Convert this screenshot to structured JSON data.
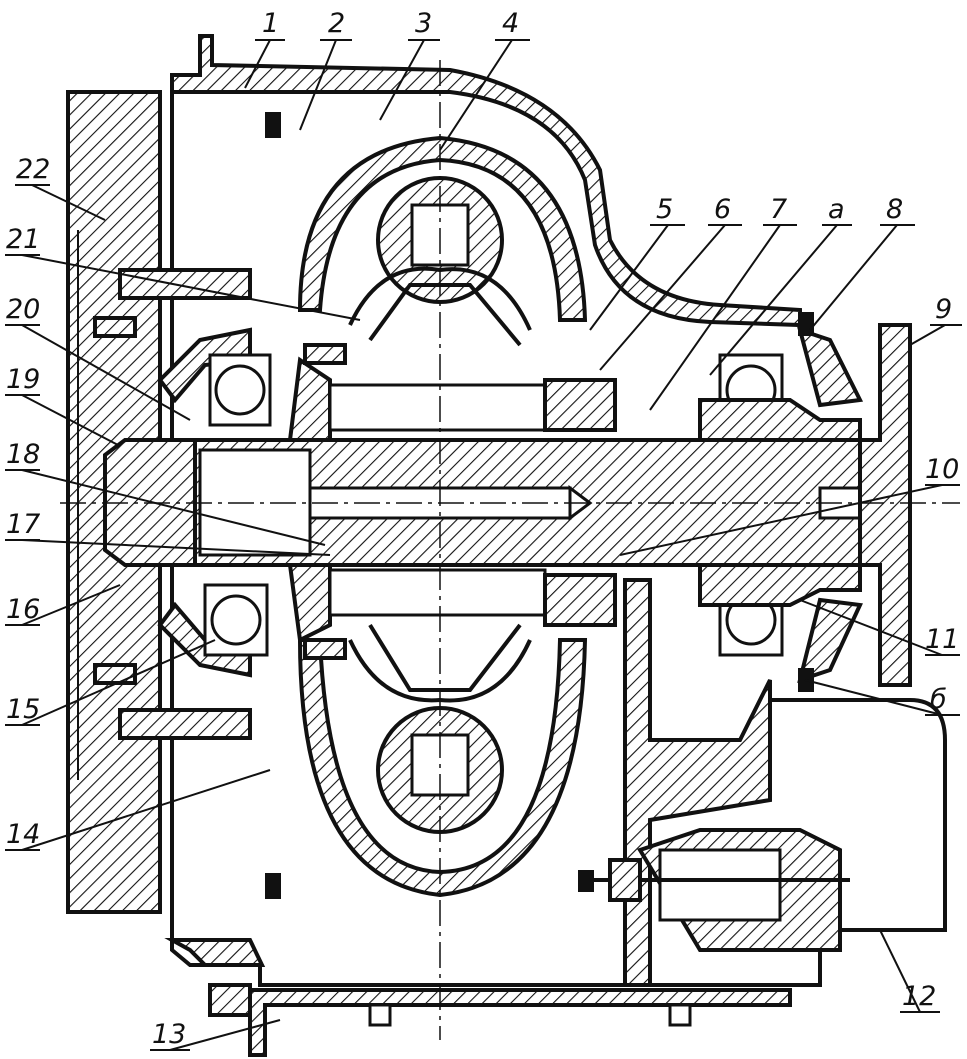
{
  "labels": [
    "1",
    "2",
    "3",
    "4",
    "5",
    "6",
    "7",
    "а",
    "8",
    "9",
    "10",
    "11",
    "б",
    "12",
    "13",
    "14",
    "15",
    "16",
    "17",
    "18",
    "19",
    "20",
    "21",
    "22"
  ]
}
